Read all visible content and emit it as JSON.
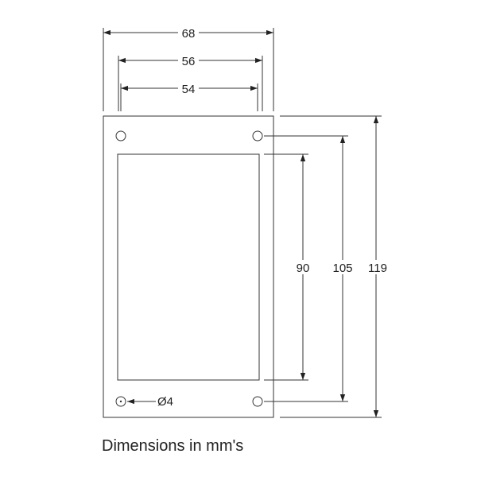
{
  "drawing": {
    "dimensions": {
      "plate_width": "68",
      "hole_spacing_horizontal": "56",
      "cutout_width": "54",
      "cutout_height": "90",
      "hole_spacing_vertical": "105",
      "plate_height": "119",
      "hole_diameter": "Ø4"
    }
  },
  "caption": "Dimensions in mm's",
  "colors": {
    "line": "#333333",
    "background": "#ffffff"
  }
}
